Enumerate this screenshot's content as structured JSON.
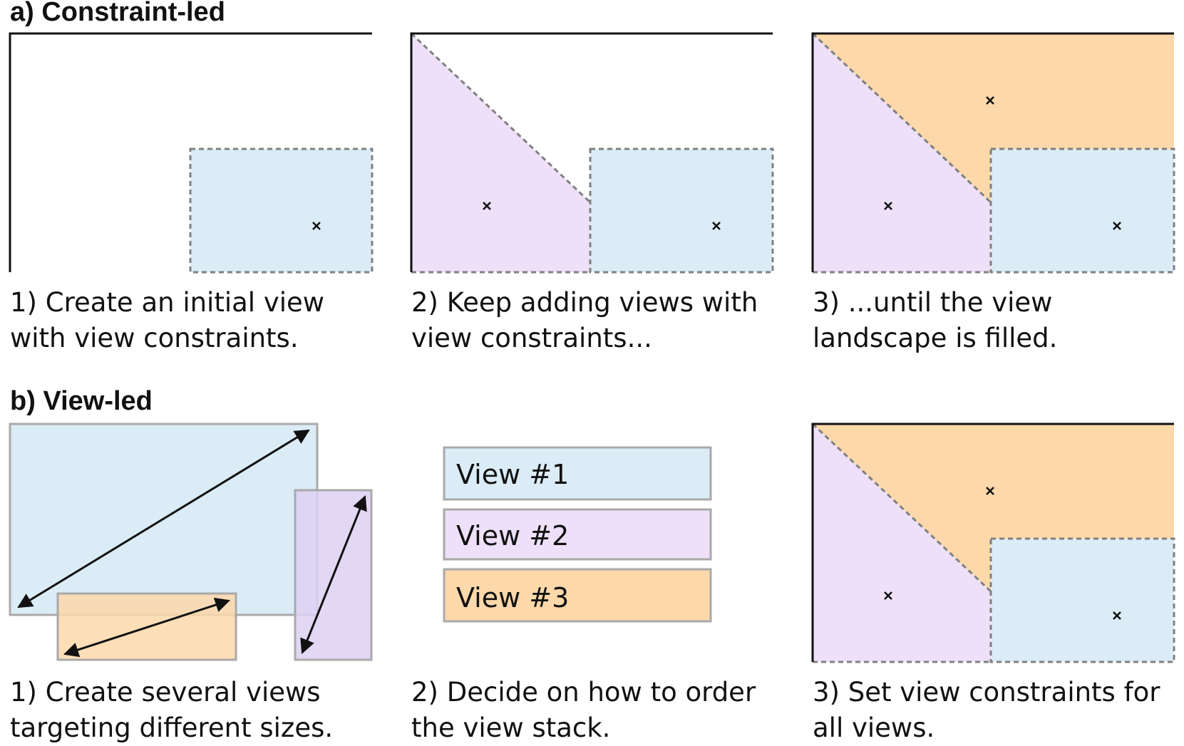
{
  "colors": {
    "blue": "#dbecf6",
    "purple": "#ede0f8",
    "purple_overlay": "#ddd1f2",
    "orange": "#fcd8aa",
    "orange_overlay": "#f4cfa5",
    "dashed_border": "#808080",
    "view_border": "#a9a9a9",
    "ink": "#111111"
  },
  "section_a": {
    "title": "a) Constraint-led",
    "panels": [
      {
        "caption_line1": "1) Create an initial view",
        "caption_line2": "with view constraints."
      },
      {
        "caption_line1": "2) Keep adding views with",
        "caption_line2": "view constraints..."
      },
      {
        "caption_line1": "3) ...until the view",
        "caption_line2": "landscape is filled."
      }
    ]
  },
  "section_b": {
    "title": "b) View-led",
    "panels": [
      {
        "caption_line1": "1) Create several views",
        "caption_line2": "targeting different sizes."
      },
      {
        "caption_line1": "2) Decide on how to order",
        "caption_line2": "the view stack."
      },
      {
        "caption_line1": "3) Set view constraints for",
        "caption_line2": "all views."
      }
    ],
    "view_stack": [
      "View #1",
      "View #2",
      "View #3"
    ]
  },
  "icons": {
    "center_marker": "x-mark-icon",
    "size_arrow": "double-headed-arrow-icon"
  }
}
